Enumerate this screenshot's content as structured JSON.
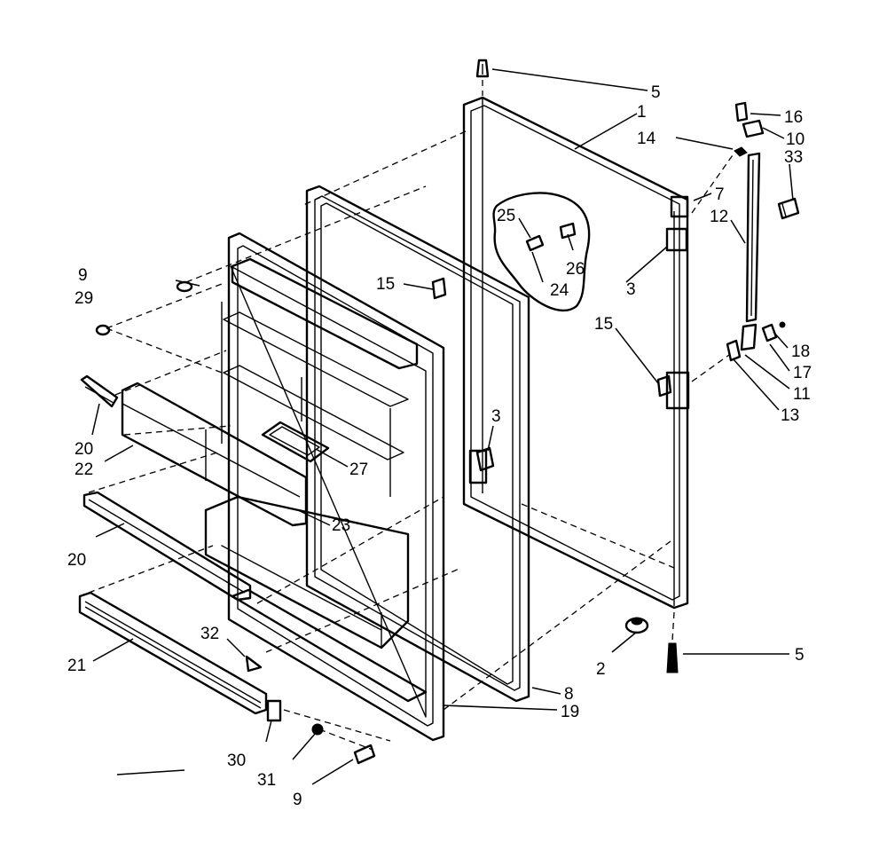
{
  "callouts": {
    "c5_top": "5",
    "c1": "1",
    "c16": "16",
    "c14": "14",
    "c10": "10",
    "c33": "33",
    "c7": "7",
    "c12": "12",
    "c25": "25",
    "c26": "26",
    "c24": "24",
    "c3_right": "3",
    "c9_top": "9",
    "c29": "29",
    "c15_left": "15",
    "c15_right": "15",
    "c18": "18",
    "c17": "17",
    "c11": "11",
    "c13": "13",
    "c20_top": "20",
    "c22": "22",
    "c27": "27",
    "c3_left": "3",
    "c23": "23",
    "c20_mid": "20",
    "c21": "21",
    "c32": "32",
    "c2": "2",
    "c5_bottom": "5",
    "c8": "8",
    "c19": "19",
    "c30": "30",
    "c31": "31",
    "c9_bottom": "9"
  }
}
